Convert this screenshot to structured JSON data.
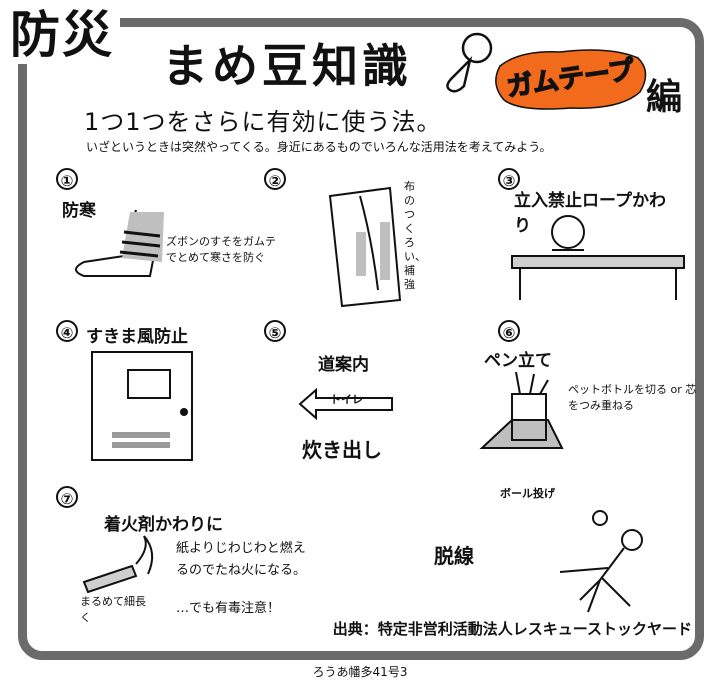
{
  "header": {
    "badge_title": "防災",
    "main_title": "まめ豆知識",
    "tape_title": "ガムテープ",
    "tape_suffix": "編",
    "headline": "1つ1つをさらに有効に使う法。",
    "subline": "いざというときは突然やってくる。身近にあるものでいろんな活用法を考えてみよう。"
  },
  "tips": [
    {
      "number": "①",
      "title": "防寒",
      "note": "ズボンのすそをガムテでとめて寒さを防ぐ"
    },
    {
      "number": "②",
      "title": "",
      "note": "布のつくろい、補強"
    },
    {
      "number": "③",
      "title": "立入禁止ロープかわり",
      "note": ""
    },
    {
      "number": "④",
      "title": "すきま風防止",
      "note": ""
    },
    {
      "number": "⑤",
      "title": "道案内",
      "note": "トイレ",
      "extra": "炊き出し"
    },
    {
      "number": "⑥",
      "title": "ペン立て",
      "note": "ペットボトルを切る or 芯をつみ重ねる"
    },
    {
      "number": "⑦",
      "title": "着火剤かわりに",
      "note": "紙よりじわじわと燃えるのでたね火になる。",
      "warning": "…でも有毒注意！",
      "side_note": "まるめて細長く"
    },
    {
      "number": "",
      "title": "脱線",
      "note": "ボール投げ"
    }
  ],
  "credit": "出典：特定非営利活動法人レスキューストックヤード",
  "footer": "ろうあ幡多41号3",
  "colors": {
    "frame": "#6b6b6b",
    "accent": "#f26a1b"
  }
}
